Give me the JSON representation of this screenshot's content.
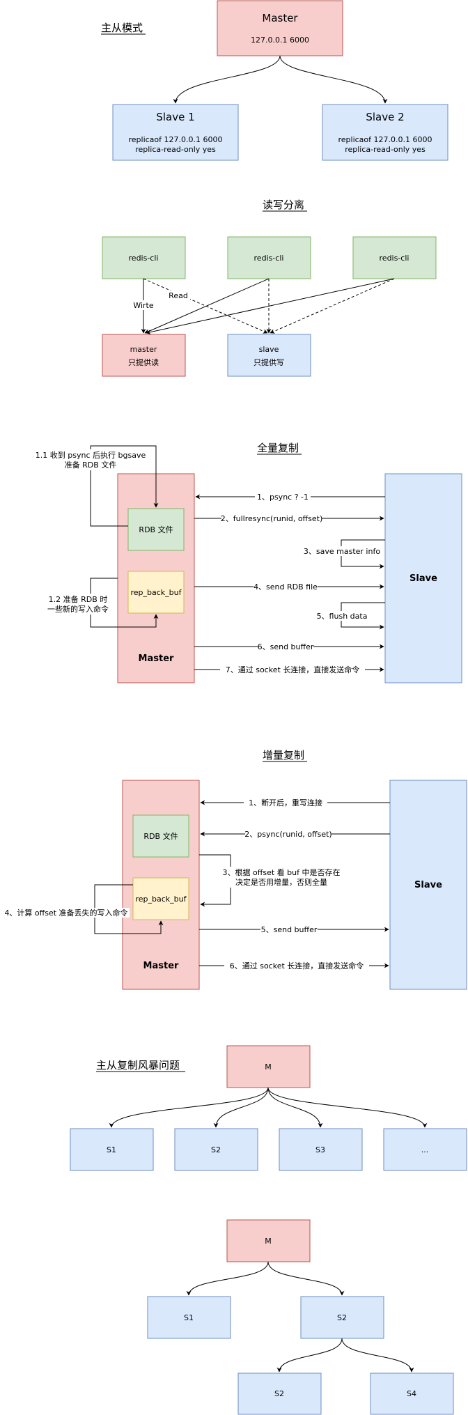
{
  "section1": {
    "title": "主从模式",
    "master": {
      "name": "Master",
      "addr": "127.0.0.1 6000"
    },
    "slave1": {
      "name": "Slave 1",
      "line1": "replicaof 127.0.0.1 6000",
      "line2": "replica-read-only yes"
    },
    "slave2": {
      "name": "Slave 2",
      "line1": "replicaof 127.0.0.1 6000",
      "line2": "replica-read-only yes"
    }
  },
  "section2": {
    "title": "读写分离",
    "cli1": "redis-cli",
    "cli2": "redis-cli",
    "cli3": "redis-cli",
    "write_label": "Wirte",
    "read_label": "Read",
    "master": {
      "name": "master",
      "desc": "只提供读"
    },
    "slave": {
      "name": "slave",
      "desc": "只提供写"
    }
  },
  "section3": {
    "title": "全量复制",
    "note1_line1": "1.1 收到 psync 后执行 bgsave",
    "note1_line2": "准备 RDB 文件",
    "note2_line1": "1.2 准备 RDB 时",
    "note2_line2": "一些新的写入命令",
    "rdb": "RDB 文件",
    "buf": "rep_back_buf",
    "master": "Master",
    "slave": "Slave",
    "step1": "1、psync ? -1",
    "step2": "2、fullresync(runid, offset)",
    "step3": "3、save master info",
    "step4": "4、send RDB file",
    "step5": "5、flush data",
    "step6": "6、send buffer",
    "step7": "7、通过 socket 长连接，直接发送命令"
  },
  "section4": {
    "title": "增量复制",
    "rdb": "RDB 文件",
    "buf": "rep_back_buf",
    "master": "Master",
    "slave": "Slave",
    "step1": "1、断开后，重写连接",
    "step2": "2、psync(runid, offset)",
    "step3_line1": "3、根据 offset 看 buf 中是否存在",
    "step3_line2": "决定是否用增量，否则全量",
    "step4": "4、计算 offset 准备丢失的写入命令",
    "step5": "5、send buffer",
    "step6": "6、通过 socket 长连接，直接发送命令"
  },
  "section5": {
    "title": "主从复制风暴问题",
    "m": "M",
    "s1": "S1",
    "s2": "S2",
    "s3": "S3",
    "s4": "...",
    "tree_m": "M",
    "tree_s1": "S1",
    "tree_s2": "S2",
    "tree_s3": "S2",
    "tree_s4": "S4"
  },
  "colors": {
    "red_fill": "#f8cecc",
    "red_stroke": "#b85450",
    "blue_fill": "#dae8fc",
    "blue_stroke": "#6c8ebf",
    "green_fill": "#d5e8d4",
    "green_stroke": "#82b366",
    "yellow_fill": "#fff2cc",
    "yellow_stroke": "#d6b656"
  }
}
